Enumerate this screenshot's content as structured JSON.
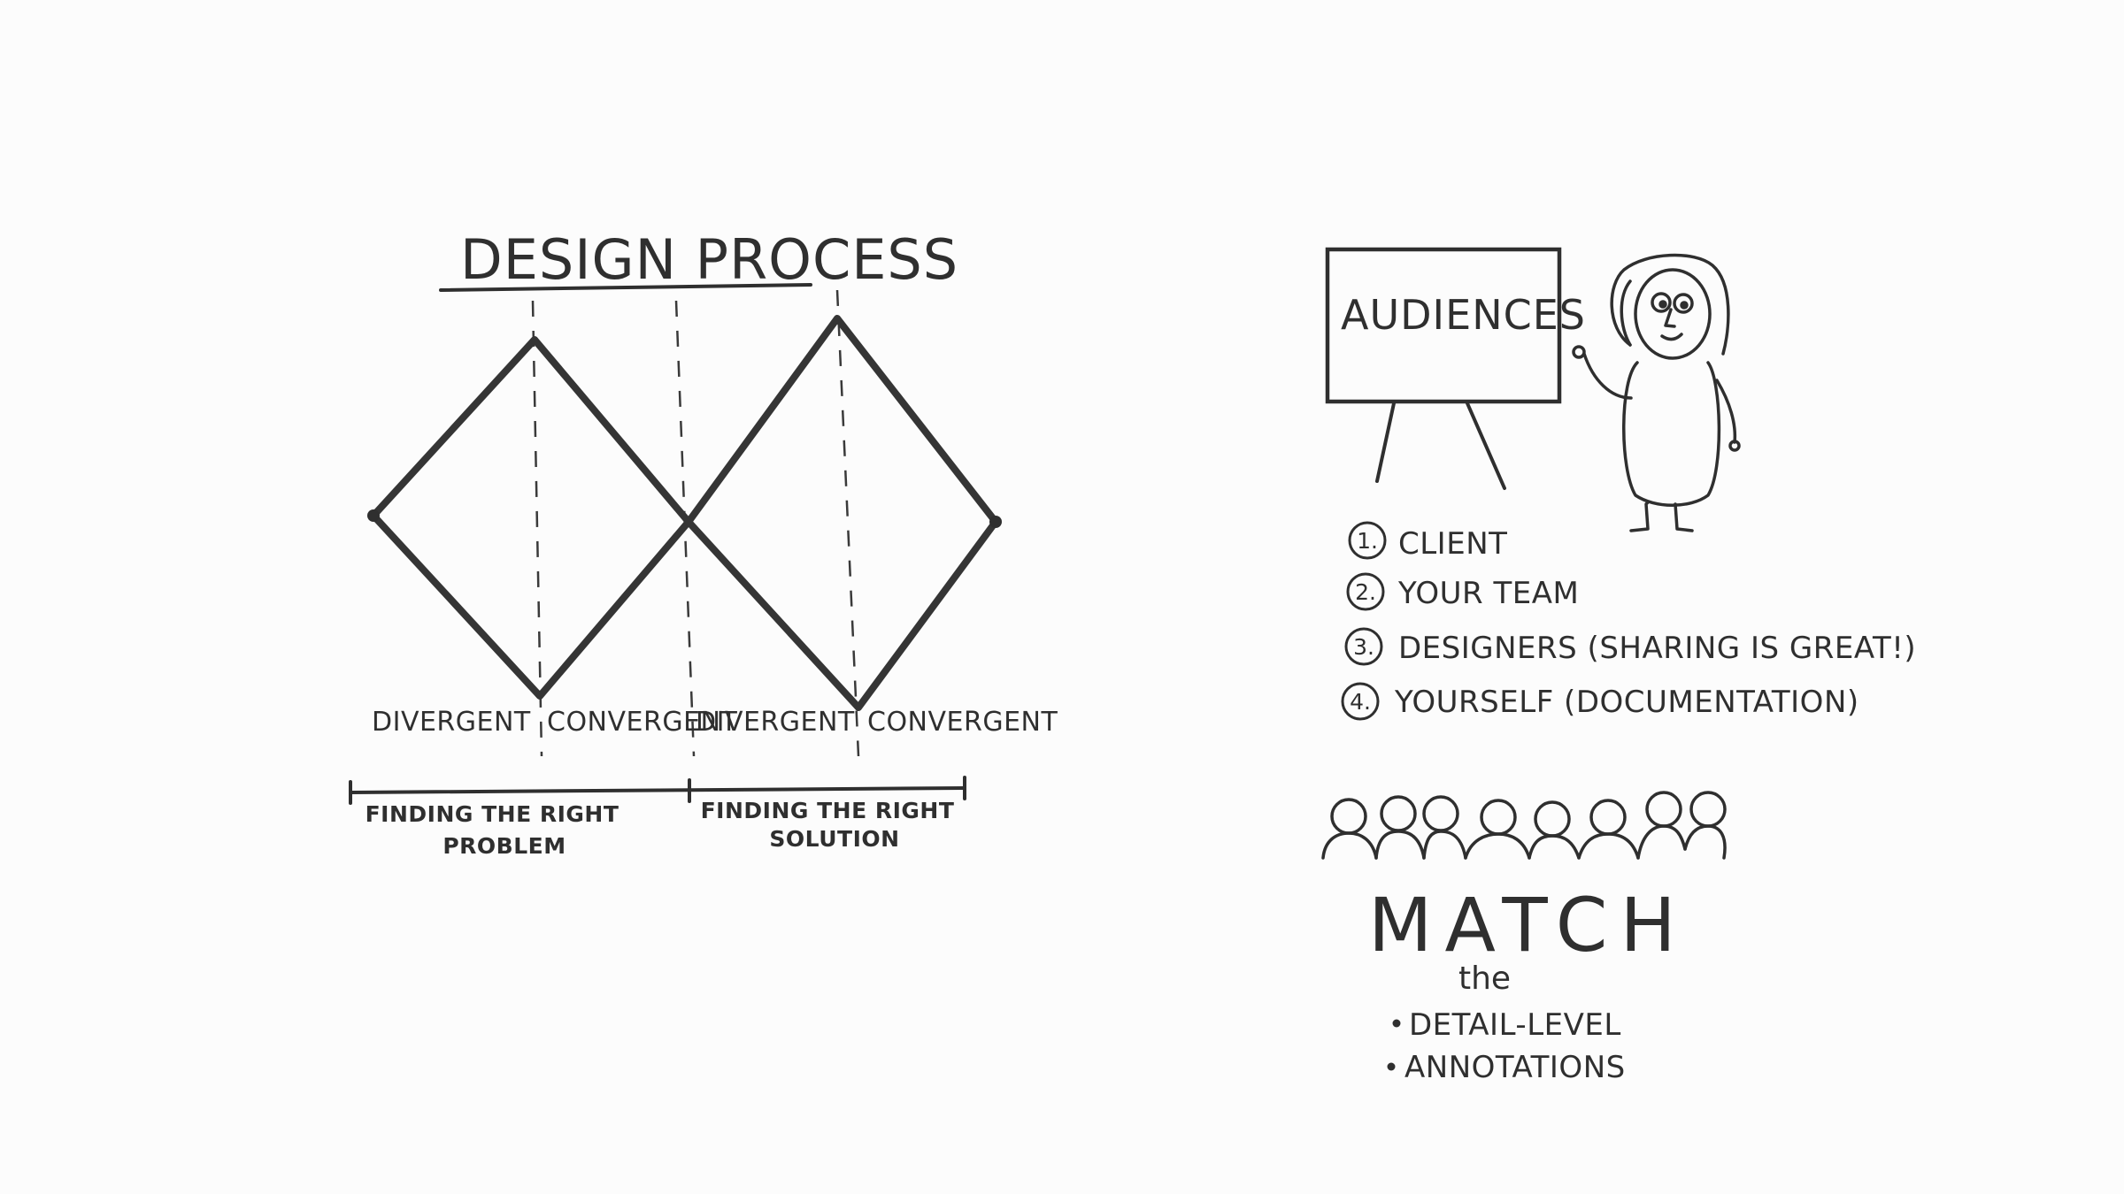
{
  "design_process": {
    "title": "DESIGN PROCESS",
    "stages": [
      "DIVERGENT",
      "CONVERGENT",
      "DIVERGENT",
      "CONVERGENT"
    ],
    "phases": [
      {
        "line1": "FINDING THE RIGHT",
        "line2": "PROBLEM"
      },
      {
        "line1": "FINDING THE RIGHT",
        "line2": "SOLUTION"
      }
    ]
  },
  "audiences": {
    "board_title": "AUDIENCES",
    "items": [
      {
        "num": "1.",
        "label": "CLIENT"
      },
      {
        "num": "2.",
        "label": "YOUR TEAM"
      },
      {
        "num": "3.",
        "label": "DESIGNERS (SHARING IS GREAT!)"
      },
      {
        "num": "4.",
        "label": "YOURSELF (DOCUMENTATION)"
      }
    ]
  },
  "match": {
    "heading": "MATCH",
    "connector": "the",
    "bullets": [
      "DETAIL-LEVEL",
      "ANNOTATIONS"
    ]
  }
}
